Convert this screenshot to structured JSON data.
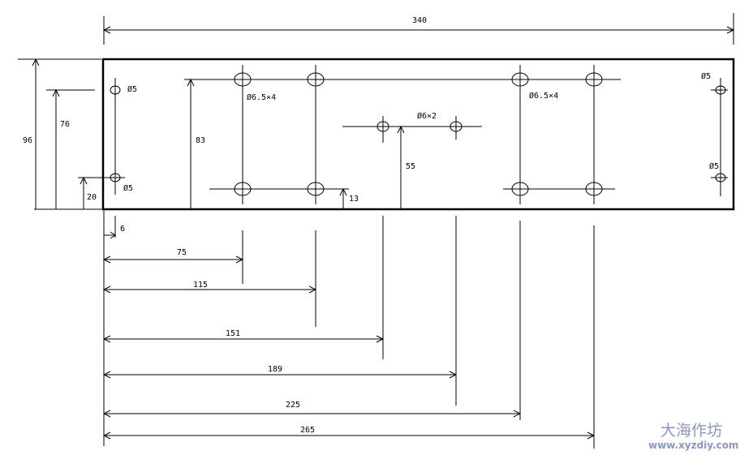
{
  "drawing": {
    "overall_length": "340",
    "overall_height": "96",
    "dim_76": "76",
    "dim_20": "20",
    "dim_83": "83",
    "dim_55": "55",
    "dim_13": "13",
    "hole_label_tl": "Ø5",
    "hole_label_bl": "Ø5",
    "hole_label_tr": "Ø5",
    "hole_label_br": "Ø5",
    "group_left_label": "Ø6.5×4",
    "group_mid_label": "Ø6×2",
    "group_right_label": "Ø6.5×4",
    "horiz_dims": [
      "6",
      "75",
      "115",
      "151",
      "189",
      "225",
      "265"
    ]
  },
  "watermark": {
    "name": "大海作坊",
    "url": "www.xyzdiy.com"
  }
}
